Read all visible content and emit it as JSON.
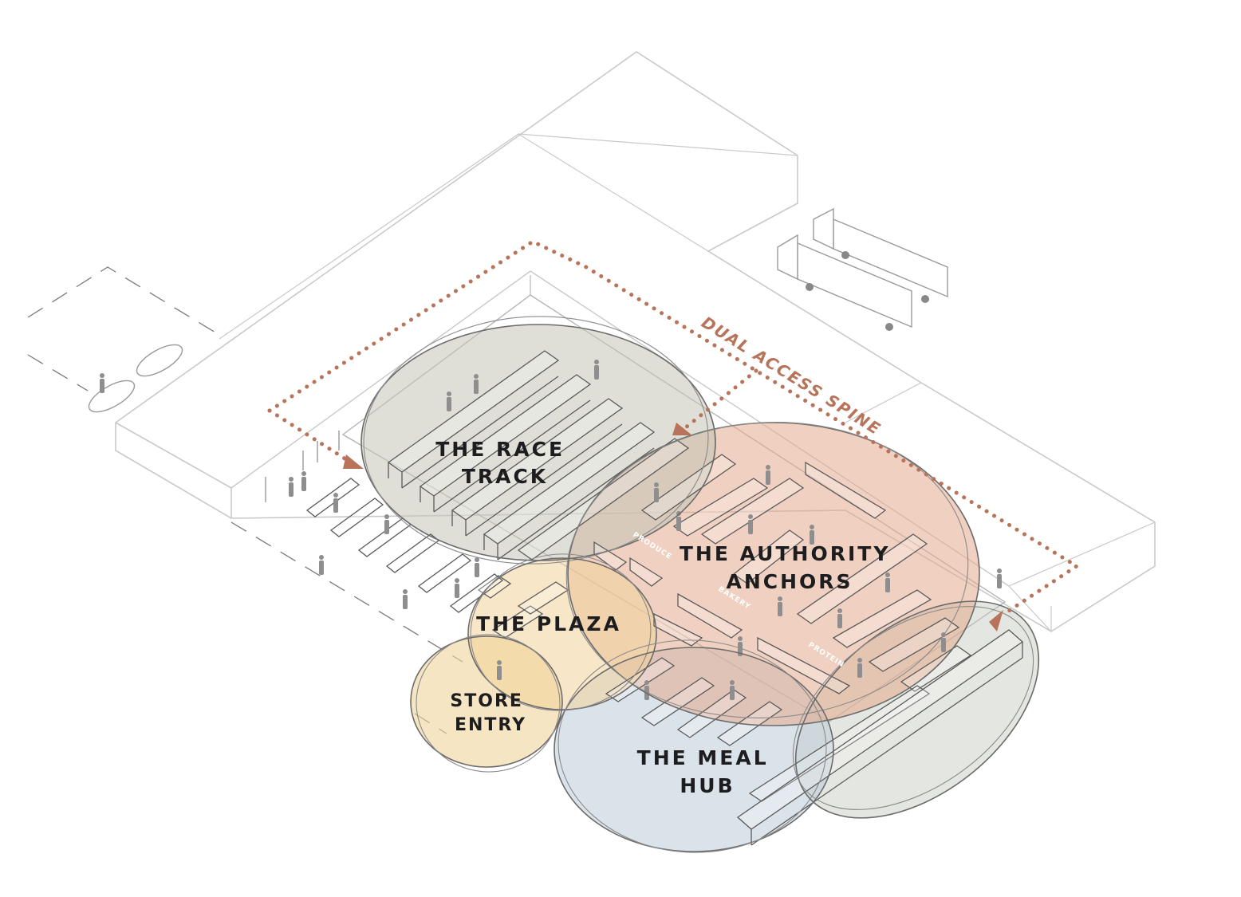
{
  "zones": {
    "race_track": {
      "line1": "THE RACE",
      "line2": "TRACK",
      "color": "#c4c4b6"
    },
    "authority_anchors": {
      "line1": "THE AUTHORITY",
      "line2": "ANCHORS",
      "color": "#e3a98c"
    },
    "plaza": {
      "line1": "THE PLAZA",
      "color": "#f0d39a"
    },
    "store_entry": {
      "line1": "STORE",
      "line2": "ENTRY",
      "color": "#f0d39a"
    },
    "meal_hub": {
      "line1": "THE MEAL",
      "line2": "HUB",
      "color": "#b8c7d6"
    },
    "service_counter": {
      "color": "#c4c8bd"
    }
  },
  "departments": {
    "produce": "PRODUCE",
    "bakery": "BAKERY",
    "protein": "PROTEIN"
  },
  "spine": {
    "label": "DUAL ACCESS SPINE",
    "color": "#b8745a"
  }
}
